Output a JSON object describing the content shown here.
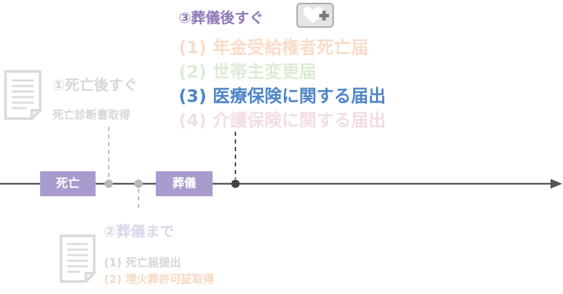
{
  "timeline": {
    "events": [
      {
        "id": "death",
        "label": "死亡"
      },
      {
        "id": "funeral",
        "label": "葬儀"
      }
    ]
  },
  "step1": {
    "title": "①死亡後すぐ",
    "items": [
      "死亡診断書取得"
    ],
    "icon": "document-icon"
  },
  "step2": {
    "title": "②葬儀まで",
    "items": [
      "(1) 死亡届提出",
      "(2) 埋火葬許可証取得"
    ],
    "icon": "document-icon"
  },
  "step3": {
    "title": "③葬儀後すぐ",
    "icon": "heart-plus-icon",
    "items": [
      {
        "text": "(1) 年金受給権者死亡届",
        "color": "#f9dcc9"
      },
      {
        "text": "(2) 世帯主変更届",
        "color": "#dcebd6"
      },
      {
        "text": "(3) 医療保険に関する届出",
        "color": "#4f86c6"
      },
      {
        "text": "(4) 介護保険に関する届出",
        "color": "#f3dde3"
      }
    ]
  },
  "colors": {
    "accent": "#a99bcd",
    "step3_title": "#8e78b8",
    "faded_text": "#d6d6d6",
    "faded_step2_title": "#dcd6ea",
    "axis": "#555555"
  }
}
